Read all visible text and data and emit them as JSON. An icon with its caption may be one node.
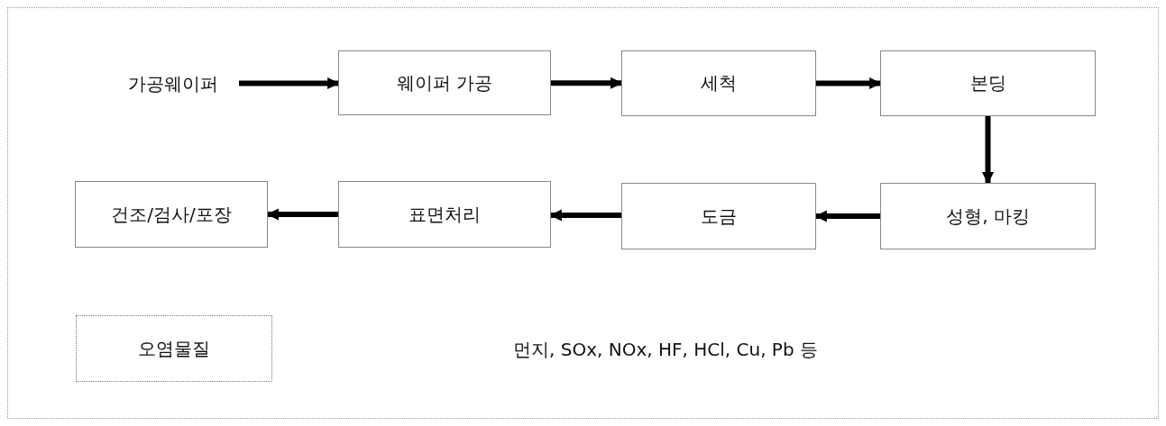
{
  "diagram": {
    "nodes": [
      {
        "text": [
          "가공웨이퍼"
        ]
      },
      {
        "text": [
          "웨이퍼 가공"
        ]
      },
      {
        "text": [
          "세척"
        ]
      },
      {
        "text": [
          "본딩"
        ]
      },
      {
        "text": [
          "성형, 마킹"
        ]
      },
      {
        "text": [
          "도금"
        ]
      },
      {
        "text": [
          "표면처리"
        ]
      },
      {
        "text": [
          "건조/검사/포장"
        ]
      },
      {
        "text": [
          "오염물질"
        ]
      }
    ],
    "edges": [
      {
        "from": 0,
        "to": 1,
        "arrow": "to"
      },
      {
        "from": 1,
        "to": 2,
        "arrow": "to"
      },
      {
        "from": 2,
        "to": 3,
        "arrow": "to"
      },
      {
        "from": 3,
        "to": 4,
        "arrow": "to"
      },
      {
        "from": 4,
        "to": 5,
        "arrow": "to"
      },
      {
        "from": 5,
        "to": 6,
        "arrow": "to"
      },
      {
        "from": 6,
        "to": 7,
        "arrow": "to"
      }
    ],
    "labels": [
      "먼지, SOx, NOx, HF, HCl, Cu, Pb 등"
    ]
  }
}
